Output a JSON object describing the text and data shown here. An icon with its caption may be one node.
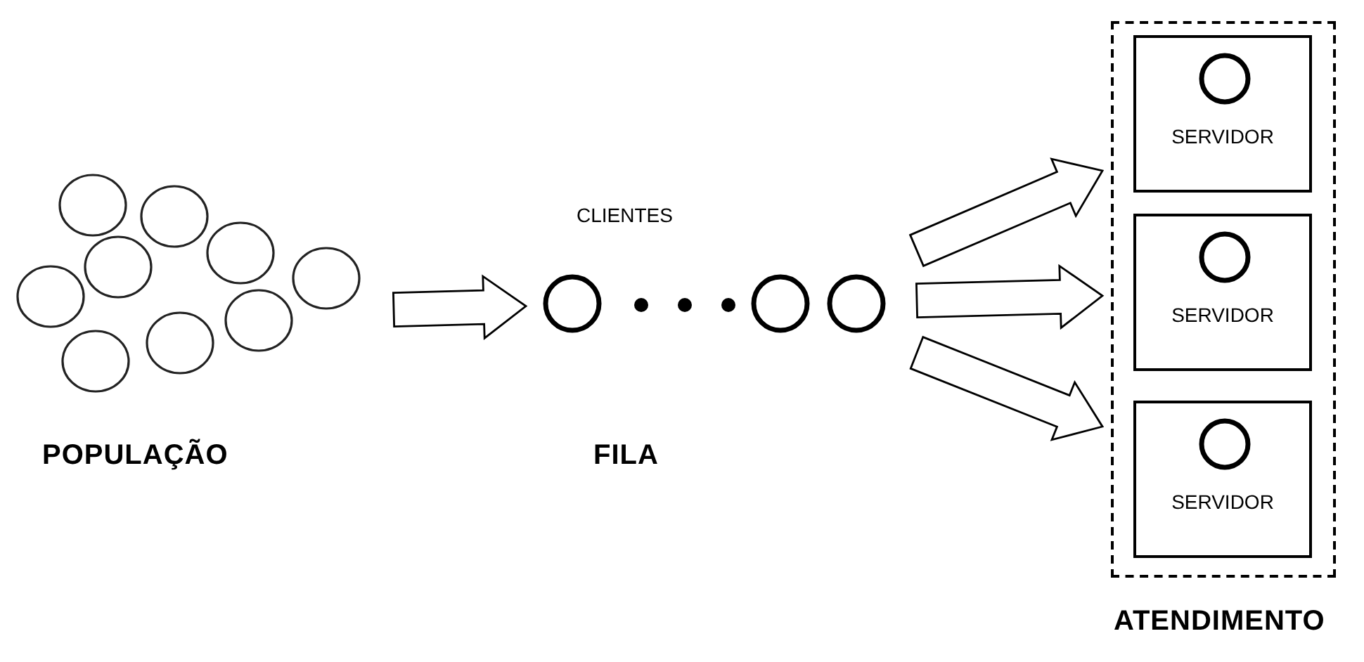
{
  "diagram": {
    "nodes": [
      {
        "text": [
          "POPULAÇÃO"
        ]
      },
      {
        "text": [
          "CLIENTES",
          "FILA"
        ]
      },
      {
        "text": [
          "ATENDIMENTO"
        ]
      },
      {
        "text": [
          "SERVIDOR"
        ],
        "in": 2
      },
      {
        "text": [
          "SERVIDOR"
        ],
        "in": 2
      },
      {
        "text": [
          "SERVIDOR"
        ],
        "in": 2
      }
    ],
    "edges": [
      {
        "from": 0,
        "to": 1,
        "arrow": "to"
      },
      {
        "from": 1,
        "to": 3,
        "arrow": "to"
      },
      {
        "from": 1,
        "to": 4,
        "arrow": "to"
      },
      {
        "from": 1,
        "to": 5,
        "arrow": "to"
      }
    ]
  }
}
